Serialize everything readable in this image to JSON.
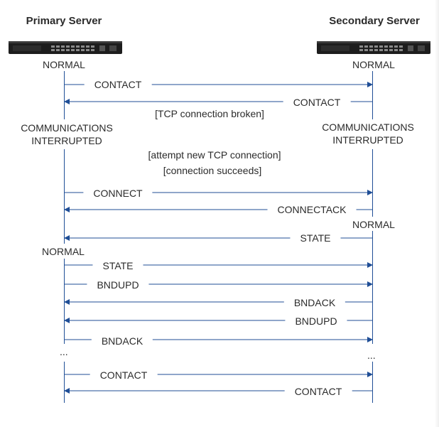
{
  "servers": {
    "primary": {
      "title": "Primary Server",
      "icon": "rack-server-icon"
    },
    "secondary": {
      "title": "Secondary Server",
      "icon": "rack-server-icon"
    }
  },
  "states": {
    "primary_normal_1": "NORMAL",
    "secondary_normal_1": "NORMAL",
    "primary_interrupted_1": "COMMUNICATIONS",
    "primary_interrupted_2": "INTERRUPTED",
    "secondary_interrupted_1": "COMMUNICATIONS",
    "secondary_interrupted_2": "INTERRUPTED",
    "secondary_normal_2": "NORMAL",
    "primary_normal_2": "NORMAL",
    "primary_ellipsis": "...",
    "secondary_ellipsis": "..."
  },
  "notes": {
    "tcp_broken": "[TCP connection broken]",
    "attempt_tcp": "[attempt new TCP connection]",
    "conn_succeeds": "[connection succeeds]"
  },
  "messages": [
    {
      "label": "CONTACT",
      "direction": "right"
    },
    {
      "label": "CONTACT",
      "direction": "left"
    },
    {
      "label": "CONNECT",
      "direction": "right"
    },
    {
      "label": "CONNECTACK",
      "direction": "left"
    },
    {
      "label": "STATE",
      "direction": "left"
    },
    {
      "label": "STATE",
      "direction": "right"
    },
    {
      "label": "BNDUPD",
      "direction": "right"
    },
    {
      "label": "BNDACK",
      "direction": "left"
    },
    {
      "label": "BNDUPD",
      "direction": "left"
    },
    {
      "label": "BNDACK",
      "direction": "right"
    },
    {
      "label": "CONTACT",
      "direction": "right"
    },
    {
      "label": "CONTACT",
      "direction": "left"
    }
  ],
  "colors": {
    "arrow": "#1f4e96",
    "text": "#2b2b2b",
    "server_body": "#1d1d1d"
  }
}
